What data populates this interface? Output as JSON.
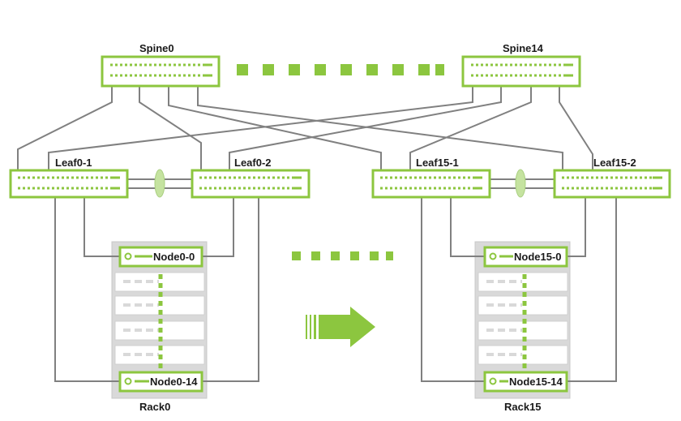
{
  "spines": [
    {
      "label": "Spine0"
    },
    {
      "label": "Spine14"
    }
  ],
  "leaves": [
    {
      "label": "Leaf0-1"
    },
    {
      "label": "Leaf0-2"
    },
    {
      "label": "Leaf15-1"
    },
    {
      "label": "Leaf15-2"
    }
  ],
  "racks": [
    {
      "label": "Rack0",
      "top_node": "Node0-0",
      "bottom_node": "Node0-14"
    },
    {
      "label": "Rack15",
      "top_node": "Node15-0",
      "bottom_node": "Node15-14"
    }
  ],
  "colors": {
    "accent": "#8CC63F",
    "accent_light": "#C5E3A0",
    "line": "#808080",
    "rack": "#D9D9D9",
    "rack_stroke": "#C8C8C8"
  }
}
